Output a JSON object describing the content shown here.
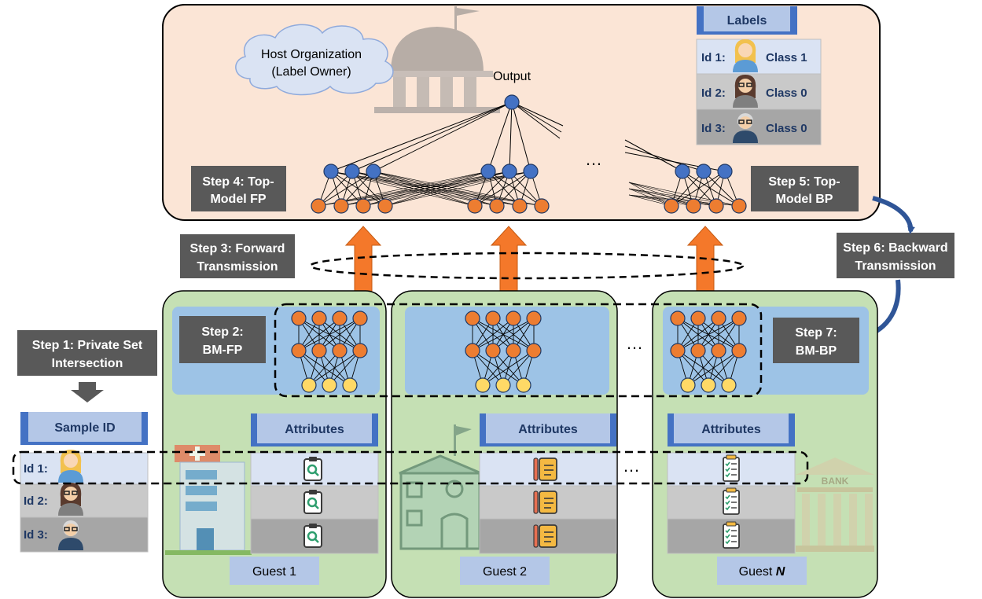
{
  "host": {
    "cloud_line1": "Host Organization",
    "cloud_line2": "(Label Owner)",
    "output_label": "Output",
    "labels_header": "Labels",
    "labels": [
      {
        "id": "Id 1:",
        "class": "Class 1"
      },
      {
        "id": "Id 2:",
        "class": "Class 0"
      },
      {
        "id": "Id 3:",
        "class": "Class 0"
      }
    ]
  },
  "steps": {
    "step1_line1": "Step 1: Private Set",
    "step1_line2": "Intersection",
    "step2_line1": "Step 2:",
    "step2_line2": "BM-FP",
    "step3_line1": "Step 3: Forward",
    "step3_line2": "Transmission",
    "step4_line1": "Step 4: Top-",
    "step4_line2": "Model FP",
    "step5_line1": "Step 5: Top-",
    "step5_line2": "Model BP",
    "step6_line1": "Step 6: Backward",
    "step6_line2": "Transmission",
    "step7_line1": "Step 7:",
    "step7_line2": "BM-BP"
  },
  "sample": {
    "header": "Sample ID",
    "ids": [
      "Id 1:",
      "Id 2:",
      "Id 3:"
    ]
  },
  "guests": [
    {
      "name": "Guest 1",
      "attr_header": "Attributes"
    },
    {
      "name": "Guest 2",
      "attr_header": "Attributes"
    },
    {
      "name_prefix": "Guest ",
      "name_var": "N",
      "attr_header": "Attributes"
    }
  ],
  "ellipsis": "…",
  "bank_text": "BANK",
  "colors": {
    "host_fill": "#fbe5d6",
    "guest_fill": "#c5e0b4",
    "bottom_model_fill": "#9dc3e6",
    "step_box": "#595959",
    "header_fill": "#b4c7e7",
    "row_light": "#dae3f3",
    "row_mid": "#c9c9c9",
    "row_dark": "#a6a6a6",
    "node_orange": "#ed7d31",
    "node_blue": "#4472c4",
    "node_yellow": "#ffd966",
    "arrow_orange": "#f4782a",
    "arrow_blue": "#2f5597"
  }
}
